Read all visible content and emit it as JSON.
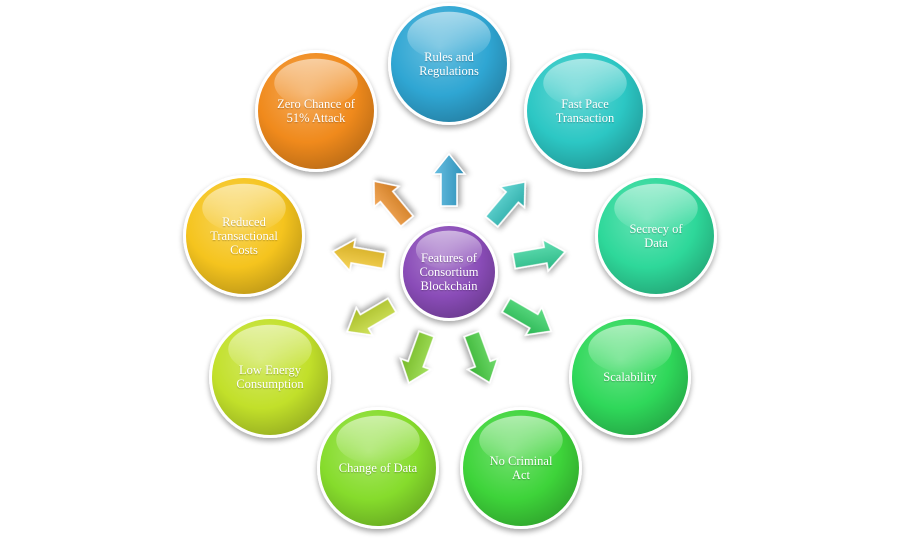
{
  "center": {
    "label": "Features of\nConsortium\nBlockchain",
    "color": "#8a4cb8"
  },
  "features": [
    {
      "label": "Rules and\nRegulations",
      "color": "#2fa6d3",
      "arrow": "#36a9d8"
    },
    {
      "label": "Fast Pace\nTransaction",
      "color": "#2cc7c4",
      "arrow": "#34c9c6"
    },
    {
      "label": "Secrecy of\nData",
      "color": "#2ed89a",
      "arrow": "#30d69b"
    },
    {
      "label": "Scalability",
      "color": "#2fd85a",
      "arrow": "#2fd460"
    },
    {
      "label": "No Criminal\nAct",
      "color": "#3ed43a",
      "arrow": "#42d03c"
    },
    {
      "label": "Change of Data",
      "color": "#86dc2c",
      "arrow": "#88d82c"
    },
    {
      "label": "Low Energy\nConsumption",
      "color": "#c2e02a",
      "arrow": "#c4dc2c"
    },
    {
      "label": "Reduced\nTransactional\nCosts",
      "color": "#f5c41e",
      "arrow": "#f5c723"
    },
    {
      "label": "Zero Chance of\n51% Attack",
      "color": "#f08a1c",
      "arrow": "#f08e24"
    }
  ]
}
